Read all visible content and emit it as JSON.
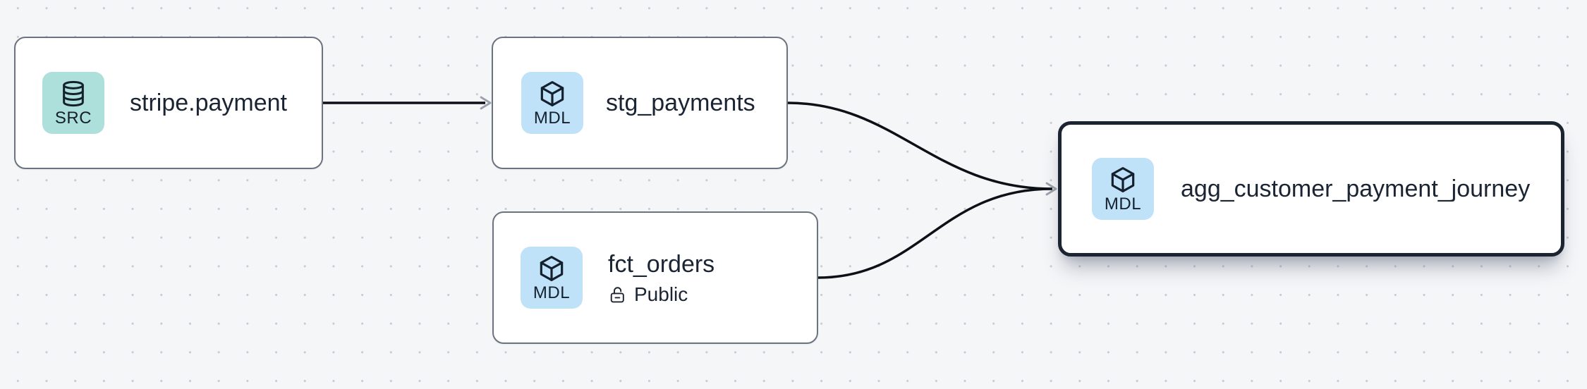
{
  "canvas": {
    "background": "#f5f6f8",
    "dot_color": "#c7ccd4"
  },
  "colors": {
    "node_border": "#6b7280",
    "selected_border": "#1b2430",
    "edge": "#0d1117",
    "arrowhead": "#99a1ac",
    "text": "#1a2433",
    "src_badge_bg": "#aee0db",
    "mdl_badge_bg": "#bfe2f8"
  },
  "nodes": [
    {
      "title": "stripe.payment",
      "badge": {
        "label": "SRC",
        "icon": "database-icon",
        "bg": "#aee0db"
      },
      "selected": false
    },
    {
      "title": "stg_payments",
      "badge": {
        "label": "MDL",
        "icon": "cube-icon",
        "bg": "#bfe2f8"
      },
      "selected": false
    },
    {
      "title": "fct_orders",
      "badge": {
        "label": "MDL",
        "icon": "cube-icon",
        "bg": "#bfe2f8"
      },
      "subtitle": {
        "label": "Public",
        "icon": "unlock-icon"
      },
      "selected": false
    },
    {
      "title": "agg_customer_payment_journey",
      "badge": {
        "label": "MDL",
        "icon": "cube-icon",
        "bg": "#bfe2f8"
      },
      "selected": true
    }
  ],
  "edges": [
    {
      "from": "stripe.payment",
      "to": "stg_payments"
    },
    {
      "from": "stg_payments",
      "to": "agg_customer_payment_journey"
    },
    {
      "from": "fct_orders",
      "to": "agg_customer_payment_journey"
    }
  ]
}
